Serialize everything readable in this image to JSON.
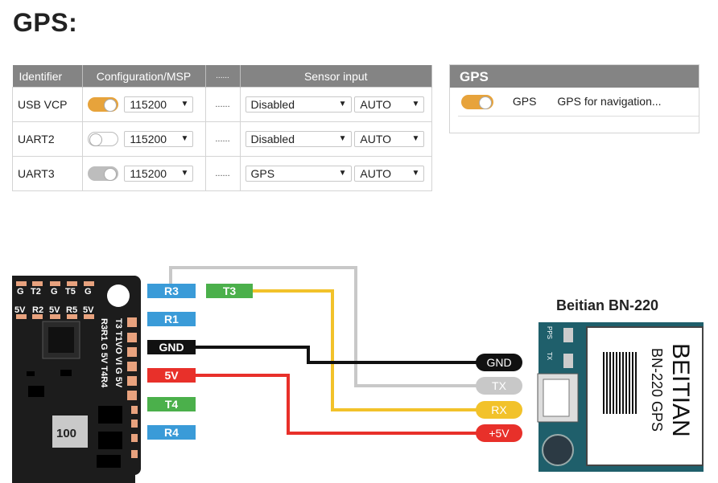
{
  "page_title": "GPS:",
  "ports_table": {
    "headers": [
      "Identifier",
      "Configuration/MSP",
      "......",
      "Sensor input"
    ],
    "rows": [
      {
        "identifier": "USB VCP",
        "msp_toggle": "on",
        "baud": "115200",
        "dots": "......",
        "sensor": "Disabled",
        "sensor_baud": "AUTO"
      },
      {
        "identifier": "UART2",
        "msp_toggle": "off",
        "baud": "115200",
        "dots": "......",
        "sensor": "Disabled",
        "sensor_baud": "AUTO"
      },
      {
        "identifier": "UART3",
        "msp_toggle": "disabled",
        "baud": "115200",
        "dots": "......",
        "sensor": "GPS",
        "sensor_baud": "AUTO"
      }
    ],
    "arrow": "▼"
  },
  "gps_panel": {
    "title": "GPS",
    "feature_name": "GPS",
    "feature_desc": "GPS for navigation...",
    "toggle": "on"
  },
  "wiring": {
    "fc_labels": [
      "R3",
      "T3",
      "R1",
      "GND",
      "5V",
      "T4",
      "R4"
    ],
    "fc_pads_top": [
      "G",
      "T2",
      "G",
      "T5",
      "G"
    ],
    "fc_pads_bottom": [
      "5V",
      "R2",
      "5V",
      "R5",
      "5V"
    ],
    "fc_side_pads": [
      "R3",
      "R1",
      "G",
      "5V",
      "T4",
      "R4"
    ],
    "fc_side_pads_b": [
      "T3",
      "T1",
      "VO",
      "VI",
      "G",
      "5V"
    ],
    "chip_label": "100",
    "gps_pins": [
      "GND",
      "TX",
      "RX",
      "+5V"
    ],
    "module_title": "Beitian BN-220",
    "module_brand": "BEITIAN",
    "module_model": "BN-220 GPS",
    "module_leds": [
      "PPS",
      "TX"
    ],
    "colors": {
      "blue": "#3a9bd8",
      "green": "#4bb04b",
      "black": "#111111",
      "red": "#e8302a",
      "grey": "#c8c8c8",
      "yellow": "#f2c22a",
      "orange": "#e7a33b",
      "board": "#1c1c1c",
      "module": "#1f5f6b"
    }
  }
}
